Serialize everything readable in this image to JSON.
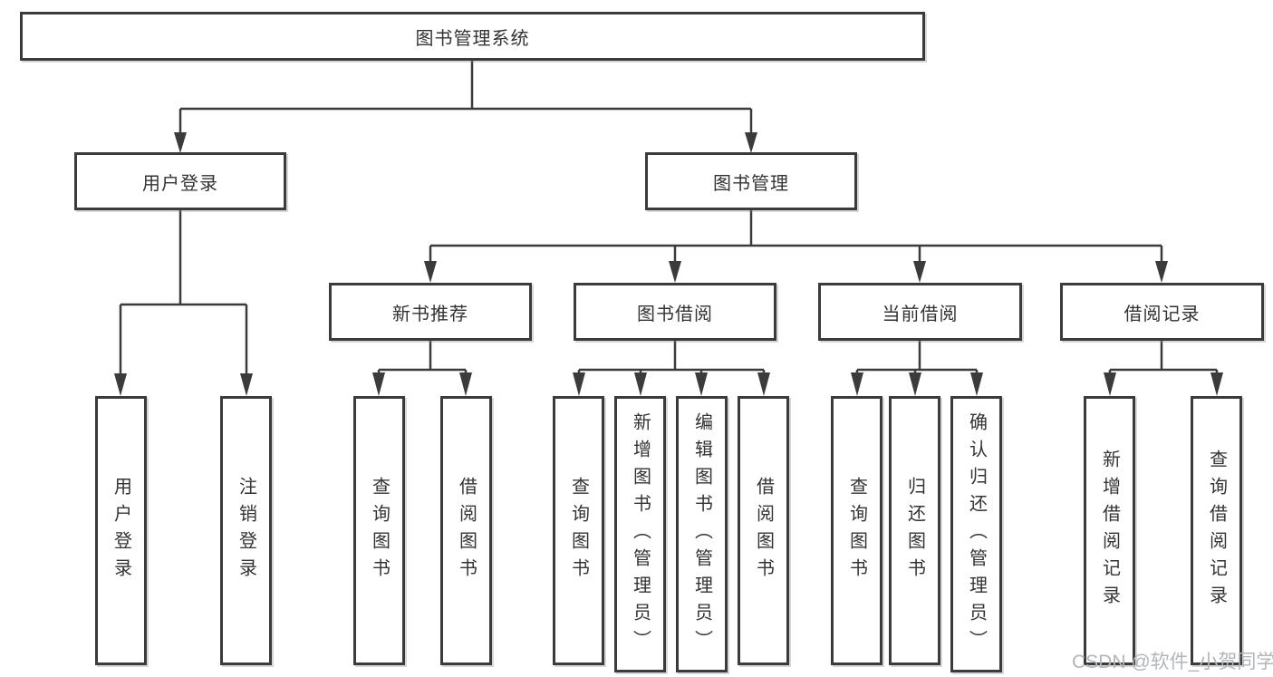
{
  "tree": {
    "label": "图书管理系统",
    "children": [
      {
        "label": "用户登录",
        "children": [
          {
            "label": "用户登录"
          },
          {
            "label": "注销登录"
          }
        ]
      },
      {
        "label": "图书管理",
        "children": [
          {
            "label": "新书推荐",
            "children": [
              {
                "label": "查询图书"
              },
              {
                "label": "借阅图书"
              }
            ]
          },
          {
            "label": "图书借阅",
            "children": [
              {
                "label": "查询图书"
              },
              {
                "label": "新增图书（管理员）"
              },
              {
                "label": "编辑图书（管理员）"
              },
              {
                "label": "借阅图书"
              }
            ]
          },
          {
            "label": "当前借阅",
            "children": [
              {
                "label": "查询图书"
              },
              {
                "label": "归还图书"
              },
              {
                "label": "确认归还（管理员）"
              }
            ]
          },
          {
            "label": "借阅记录",
            "children": [
              {
                "label": "新增借阅记录"
              },
              {
                "label": "查询借阅记录"
              }
            ]
          }
        ]
      }
    ]
  },
  "colors": {
    "line": "#3b3b3b",
    "text": "#333333",
    "watermark": "#b3b6b8"
  },
  "watermark": {
    "text": "CSDN @软件_小贺同学"
  }
}
